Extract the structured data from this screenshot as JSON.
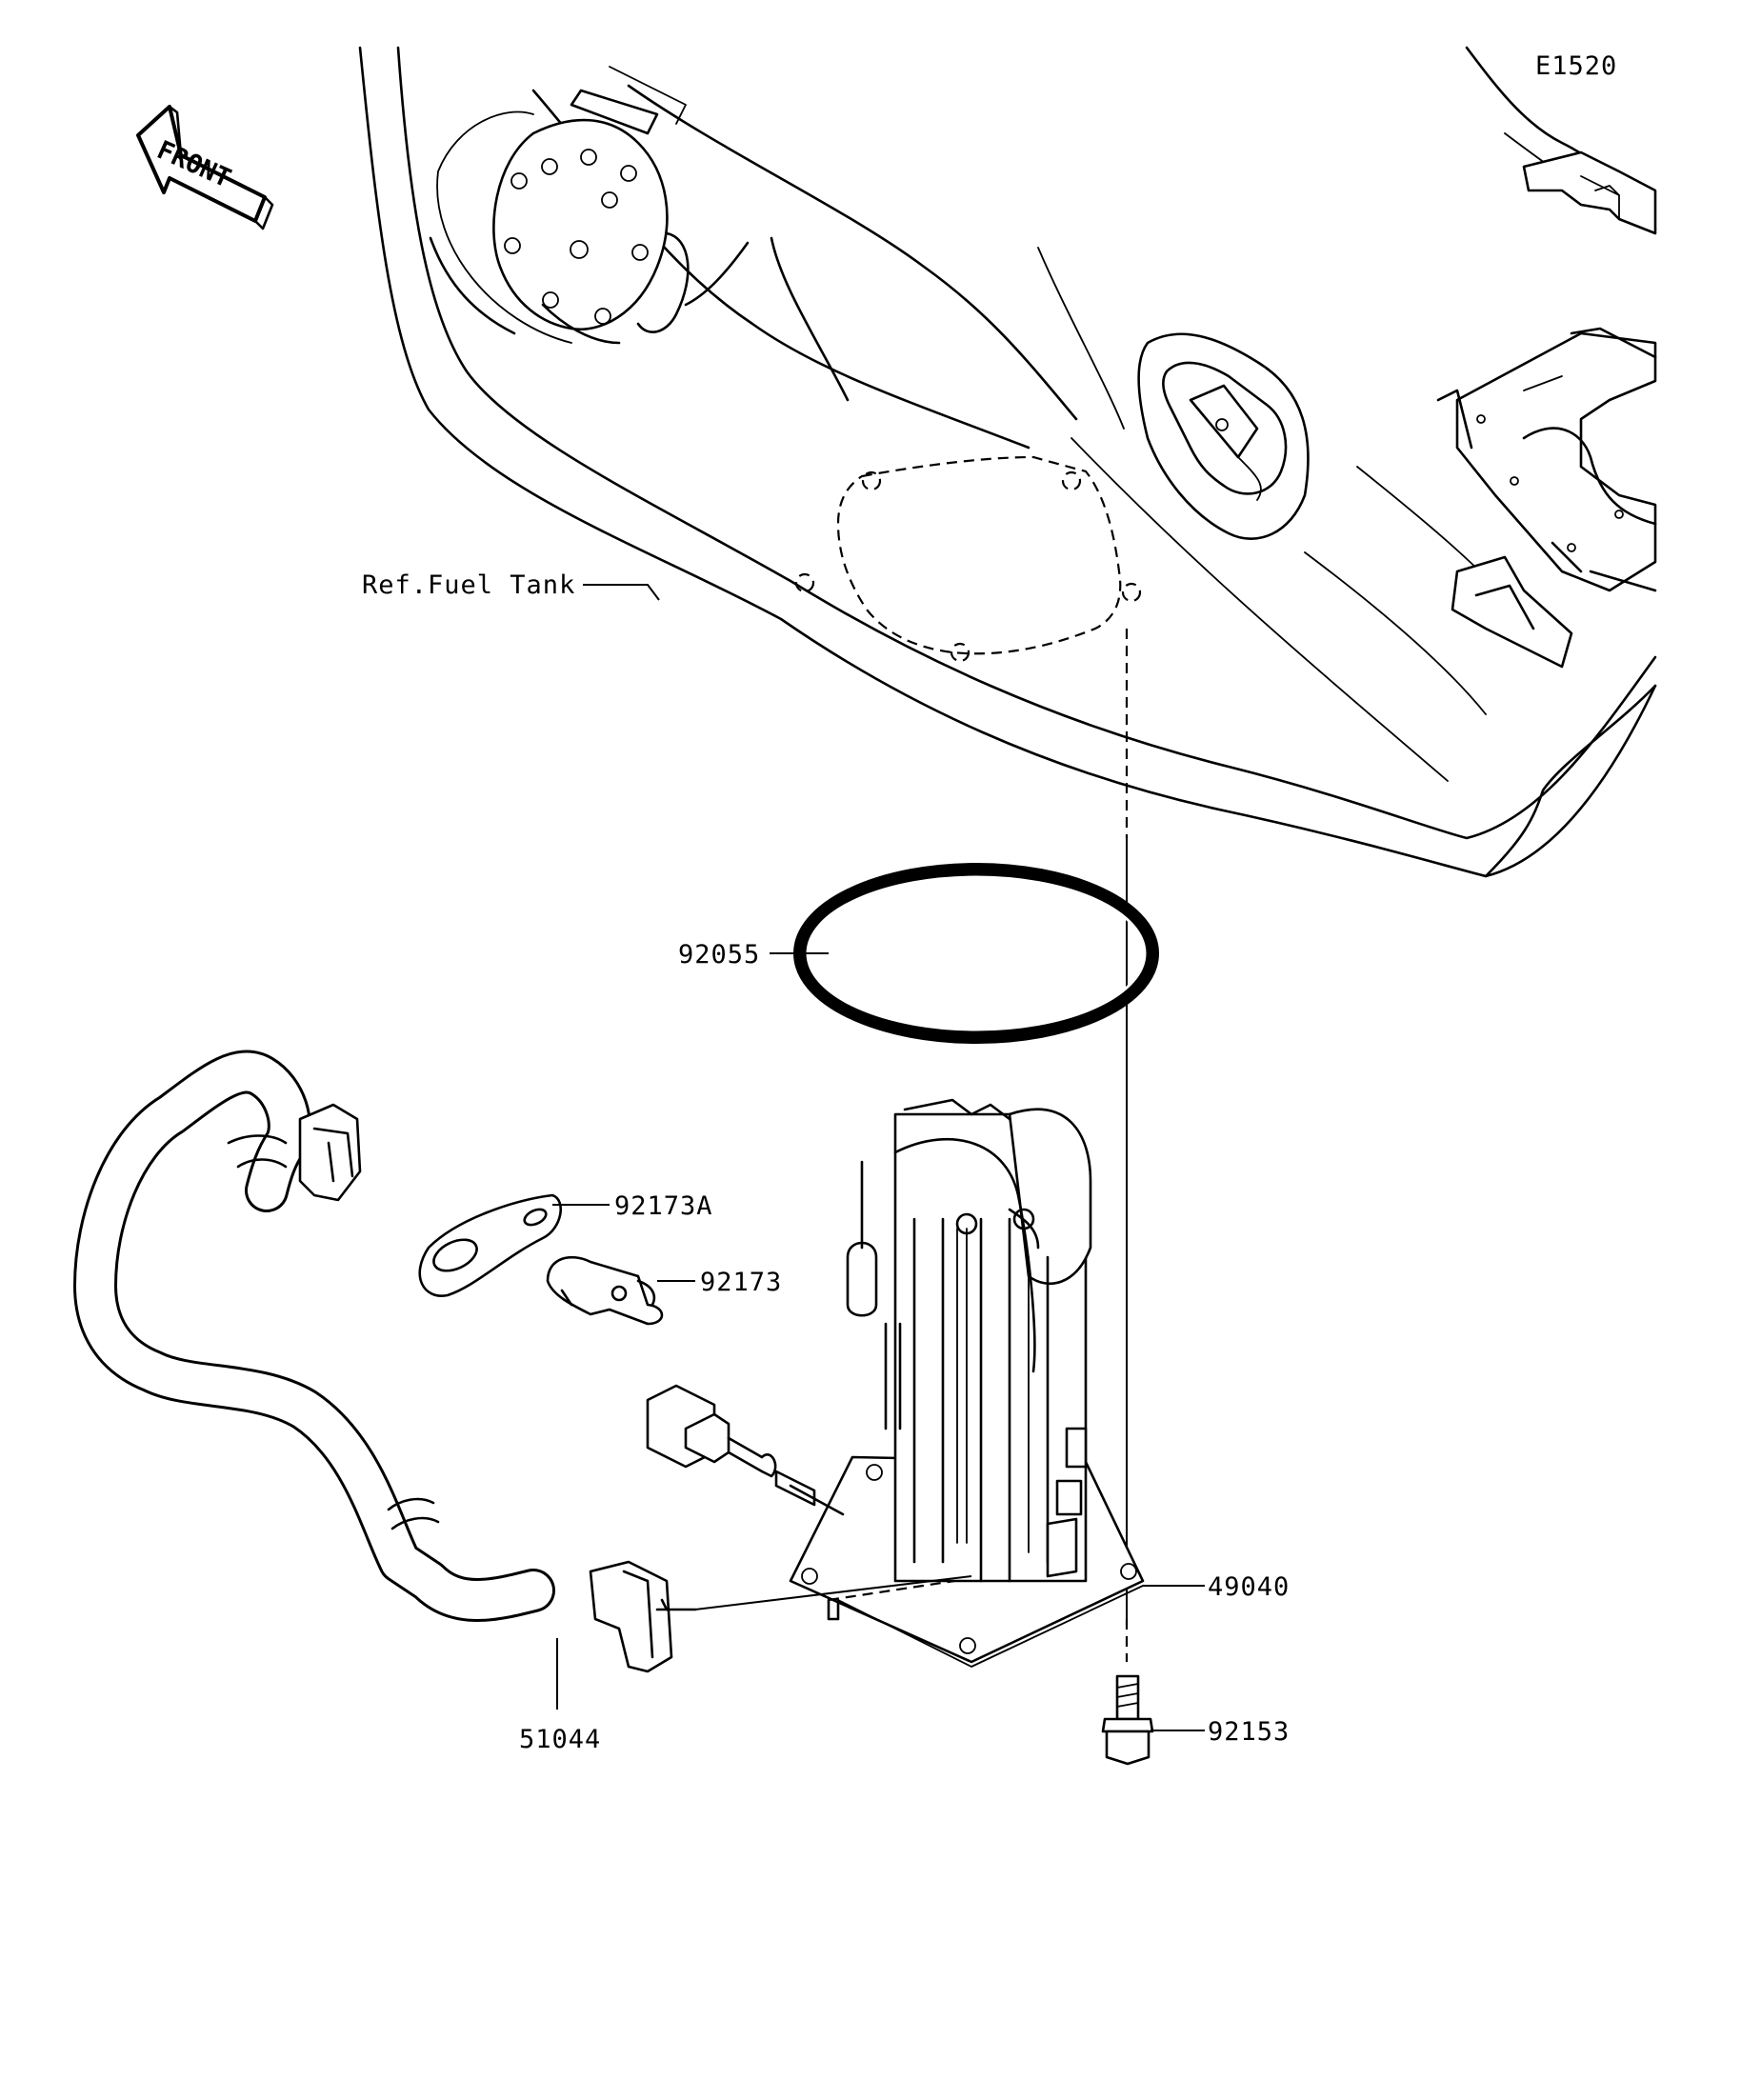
{
  "diagram_code": "E1520",
  "front_arrow_label": "FRONT",
  "reference_label": "Ref.Fuel Tank",
  "parts": [
    {
      "key": "gasket",
      "number": "92055"
    },
    {
      "key": "plate_a",
      "number": "92173A"
    },
    {
      "key": "clamp",
      "number": "92173"
    },
    {
      "key": "pump_assy",
      "number": "49040"
    },
    {
      "key": "bolt",
      "number": "92153"
    },
    {
      "key": "hose",
      "number": "51044"
    }
  ]
}
